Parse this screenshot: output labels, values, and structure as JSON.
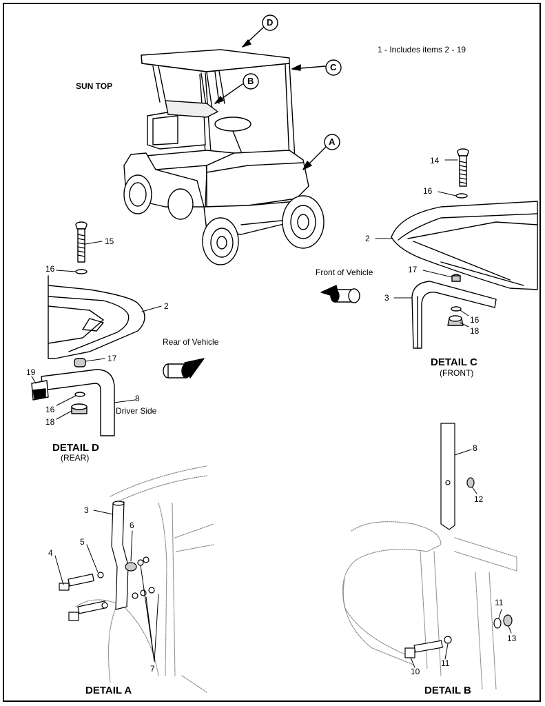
{
  "note": "1 - Includes items 2 - 19",
  "sun_top": "SUN TOP",
  "views": {
    "A": "A",
    "B": "B",
    "C": "C",
    "D": "D"
  },
  "directions": {
    "front": "Front of Vehicle",
    "rear": "Rear of Vehicle",
    "driver": "Driver Side"
  },
  "details": {
    "a": {
      "title": "DETAIL A"
    },
    "b": {
      "title": "DETAIL B"
    },
    "c": {
      "title": "DETAIL C",
      "sub": "(FRONT)"
    },
    "d": {
      "title": "DETAIL D",
      "sub": "(REAR)"
    }
  },
  "callouts": {
    "c14": "14",
    "c16c1": "16",
    "c2c": "2",
    "c17c": "17",
    "c3c": "3",
    "c16c2": "16",
    "c18c": "18",
    "c15": "15",
    "c16d1": "16",
    "c2d": "2",
    "c17d": "17",
    "c19": "19",
    "c16d2": "16",
    "c18d": "18",
    "c8d": "8",
    "c3a": "3",
    "c6": "6",
    "c5": "5",
    "c4": "4",
    "c7": "7",
    "c8b": "8",
    "c12": "12",
    "c11a": "11",
    "c13": "13",
    "c10": "10",
    "c11b": "11"
  }
}
